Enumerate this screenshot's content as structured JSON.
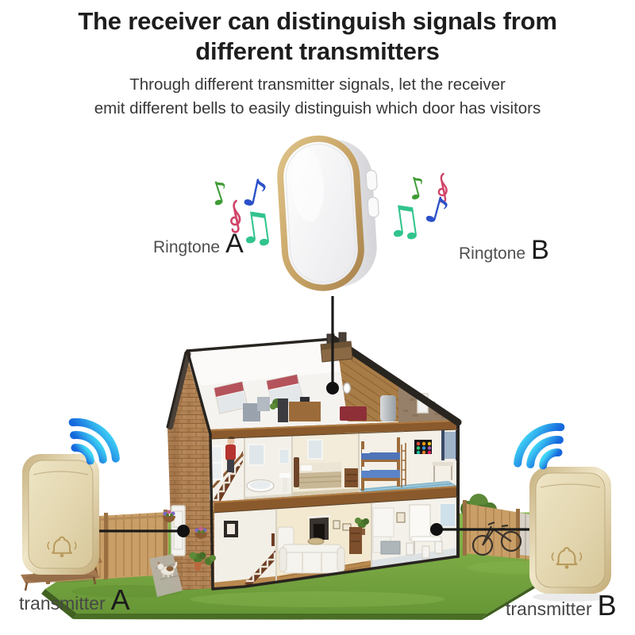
{
  "title": {
    "line1": "The receiver can distinguish signals from",
    "line2": "different transmitters"
  },
  "subtitle": {
    "line1": "Through different transmitter signals, let the receiver",
    "line2": "emit different bells to easily distinguish which door has visitors"
  },
  "ringtones": {
    "a": {
      "label": "Ringtone",
      "letter": "A"
    },
    "b": {
      "label": "Ringtone",
      "letter": "B"
    }
  },
  "transmitters": {
    "a": {
      "label": "transmitter",
      "letter": "A"
    },
    "b": {
      "label": "transmitter",
      "letter": "B"
    }
  },
  "icons": {
    "eighth_note_glyph": "♪",
    "beamed_notes_glyph": "♫",
    "treble_clef": "treble-clef",
    "wifi": "wifi-signal-arcs",
    "doorbell_bell": "bell-outline"
  },
  "colors": {
    "note_green": "#3f9b35",
    "note_blue": "#2b50c8",
    "note_teal": "#31c48d",
    "clef_crimson": "#d04468",
    "wifi_cyan": "#3fd4f5",
    "wifi_blue": "#1668dd",
    "device_gold_ring": "#c4a065",
    "device_champagne": "#e9dfbf",
    "callout_black": "#1a1a1a",
    "roof_dark": "#28241f",
    "brick_tan": "#b08254",
    "lawn_green": "#79a33e",
    "title_text": "#1e1e1e",
    "subtitle_text": "#383838"
  }
}
